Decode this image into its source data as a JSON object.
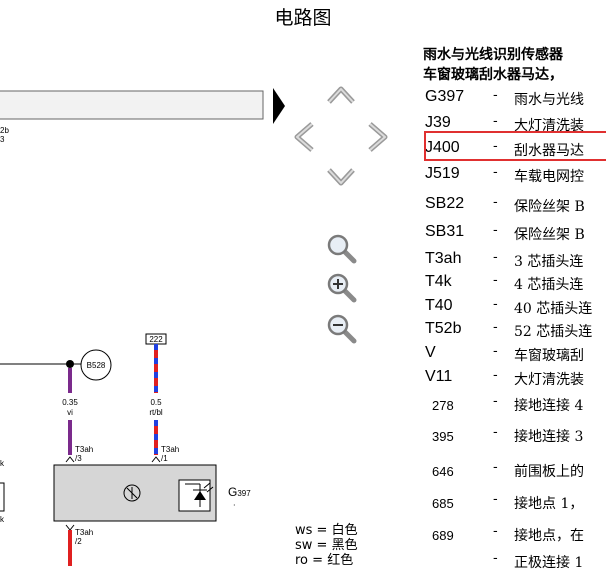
{
  "page": {
    "title": "电路图"
  },
  "legend": {
    "heading_line1": "雨水与光线识别传感器",
    "heading_line2": "车窗玻璃刮水器马达，",
    "items": [
      {
        "code": "G397",
        "desc": "雨水与光线"
      },
      {
        "code": "J39",
        "desc": "大灯清洗装"
      },
      {
        "code": "J400",
        "desc": "刮水器马达"
      },
      {
        "code": "J519",
        "desc": "车载电网控"
      },
      {
        "code": "SB22",
        "desc": "保险丝架 B"
      },
      {
        "code": "SB31",
        "desc": "保险丝架 B"
      },
      {
        "code": "T3ah",
        "desc": "3 芯插头连"
      },
      {
        "code": "T4k",
        "desc": "4 芯插头连"
      },
      {
        "code": "T40",
        "desc": "40 芯插头连"
      },
      {
        "code": "T52b",
        "desc": "52 芯插头连"
      },
      {
        "code": "V",
        "desc": "车窗玻璃刮"
      },
      {
        "code": "V11",
        "desc": "大灯清洗装"
      },
      {
        "code": "278",
        "desc": "接地连接 4"
      },
      {
        "code": "395",
        "desc": "接地连接 3"
      },
      {
        "code": "646",
        "desc": "前围板上的"
      },
      {
        "code": "685",
        "desc": "接地点 1，"
      },
      {
        "code": "689",
        "desc": "接地点，在"
      },
      {
        "code": "",
        "desc": "正极连接 1"
      }
    ]
  },
  "diagram": {
    "ref_left": "2b",
    "ref_left2": "3",
    "label_b528": "B528",
    "label_222": "222",
    "wire_left_size": "0.35",
    "wire_left_color": "vi",
    "wire_right_size": "0.5",
    "wire_right_color": "rt/bl",
    "conn_left": "T3ah",
    "conn_left_pin": "3",
    "conn_right": "T3ah",
    "conn_right_pin": "1",
    "conn_bottom": "T3ah",
    "conn_bottom_pin": "2",
    "component_main": "G",
    "component_sub": "397",
    "left_k1": "k",
    "left_k2": "k",
    "colors": {
      "vi": "#7b2a8c",
      "rt": "#e02020",
      "bl": "#2040e0"
    }
  },
  "color_codes": [
    {
      "code": "ws",
      "name": "白色"
    },
    {
      "code": "sw",
      "name": "黑色"
    },
    {
      "code": "ro",
      "name": "红色"
    }
  ],
  "icons": {
    "up": "chevron-up-icon",
    "left": "chevron-left-icon",
    "right": "chevron-right-icon",
    "down": "chevron-down-icon",
    "zoom": "magnifier-icon",
    "zoom_in": "zoom-in-icon",
    "zoom_out": "zoom-out-icon"
  }
}
